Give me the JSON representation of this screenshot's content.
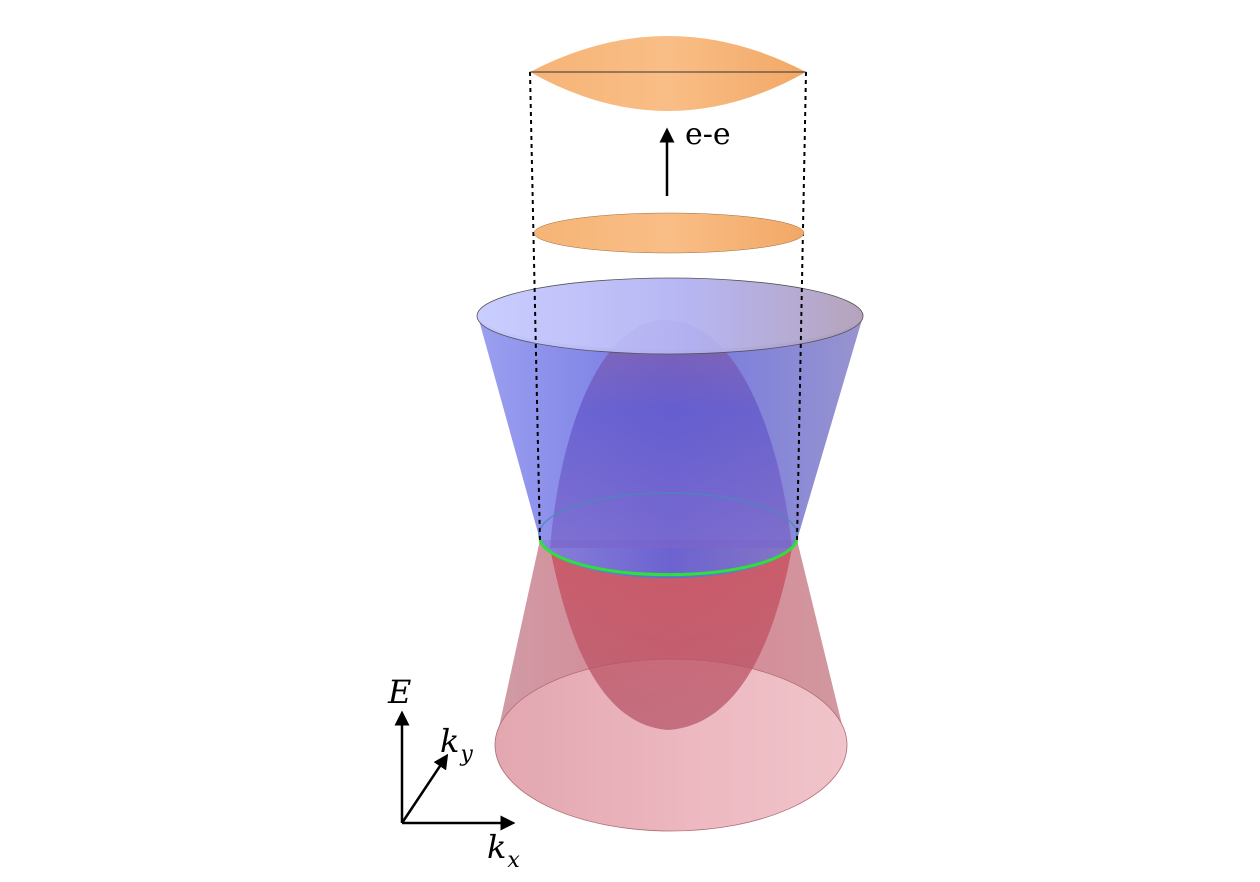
{
  "labels": {
    "interaction": "e-e",
    "axis_energy": "E",
    "axis_ky_main": "k",
    "axis_ky_sub": "y",
    "axis_kx_main": "k",
    "axis_kx_sub": "x"
  },
  "colors": {
    "upper_cone": "#5a5ee6",
    "lower_cone": "#d96a78",
    "fermi_ring": "#2fe03a",
    "pocket": "#f7b06a",
    "dashed_lines": "#000000"
  }
}
